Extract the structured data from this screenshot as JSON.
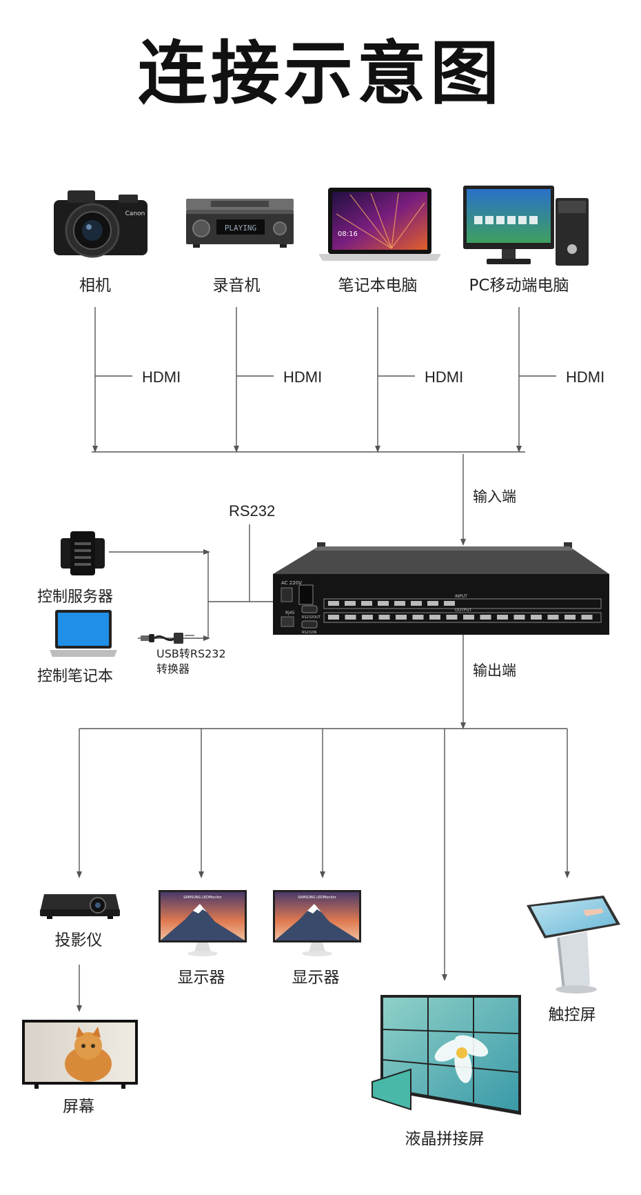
{
  "title": "连接示意图",
  "sources": [
    {
      "label": "相机",
      "icon": "camera-icon"
    },
    {
      "label": "录音机",
      "icon": "audio-recorder-icon",
      "screen_text": "PLAYING"
    },
    {
      "label": "笔记本电脑",
      "icon": "laptop-icon",
      "screen_text": "08:16"
    },
    {
      "label": "PC移动端电脑",
      "icon": "desktop-pc-icon"
    }
  ],
  "source_link_label": "HDMI",
  "input_label": "输入端",
  "output_label": "输出端",
  "rs232_label": "RS232",
  "control": {
    "server_label": "控制服务器",
    "laptop_label": "控制笔记本",
    "converter_label_1": "USB转RS232",
    "converter_label_2": "转换器"
  },
  "matrix_panel": {
    "power_label": "AC 220V",
    "input_label": "INPUT",
    "output_label": "OUTPUT",
    "rj45_label": "RJ45",
    "rs232_in_label": "RS232IN",
    "rs232_out_label": "RS232OUT"
  },
  "outputs": {
    "projector": "投影仪",
    "screen": "屏幕",
    "monitor_1": "显示器",
    "monitor_2": "显示器",
    "video_wall": "液晶拼接屏",
    "touch_screen": "触控屏",
    "monitor_brand": "SAMSUNG LEDMonitor"
  },
  "colors": {
    "line": "#555555",
    "device_dark": "#1a1a1a"
  }
}
